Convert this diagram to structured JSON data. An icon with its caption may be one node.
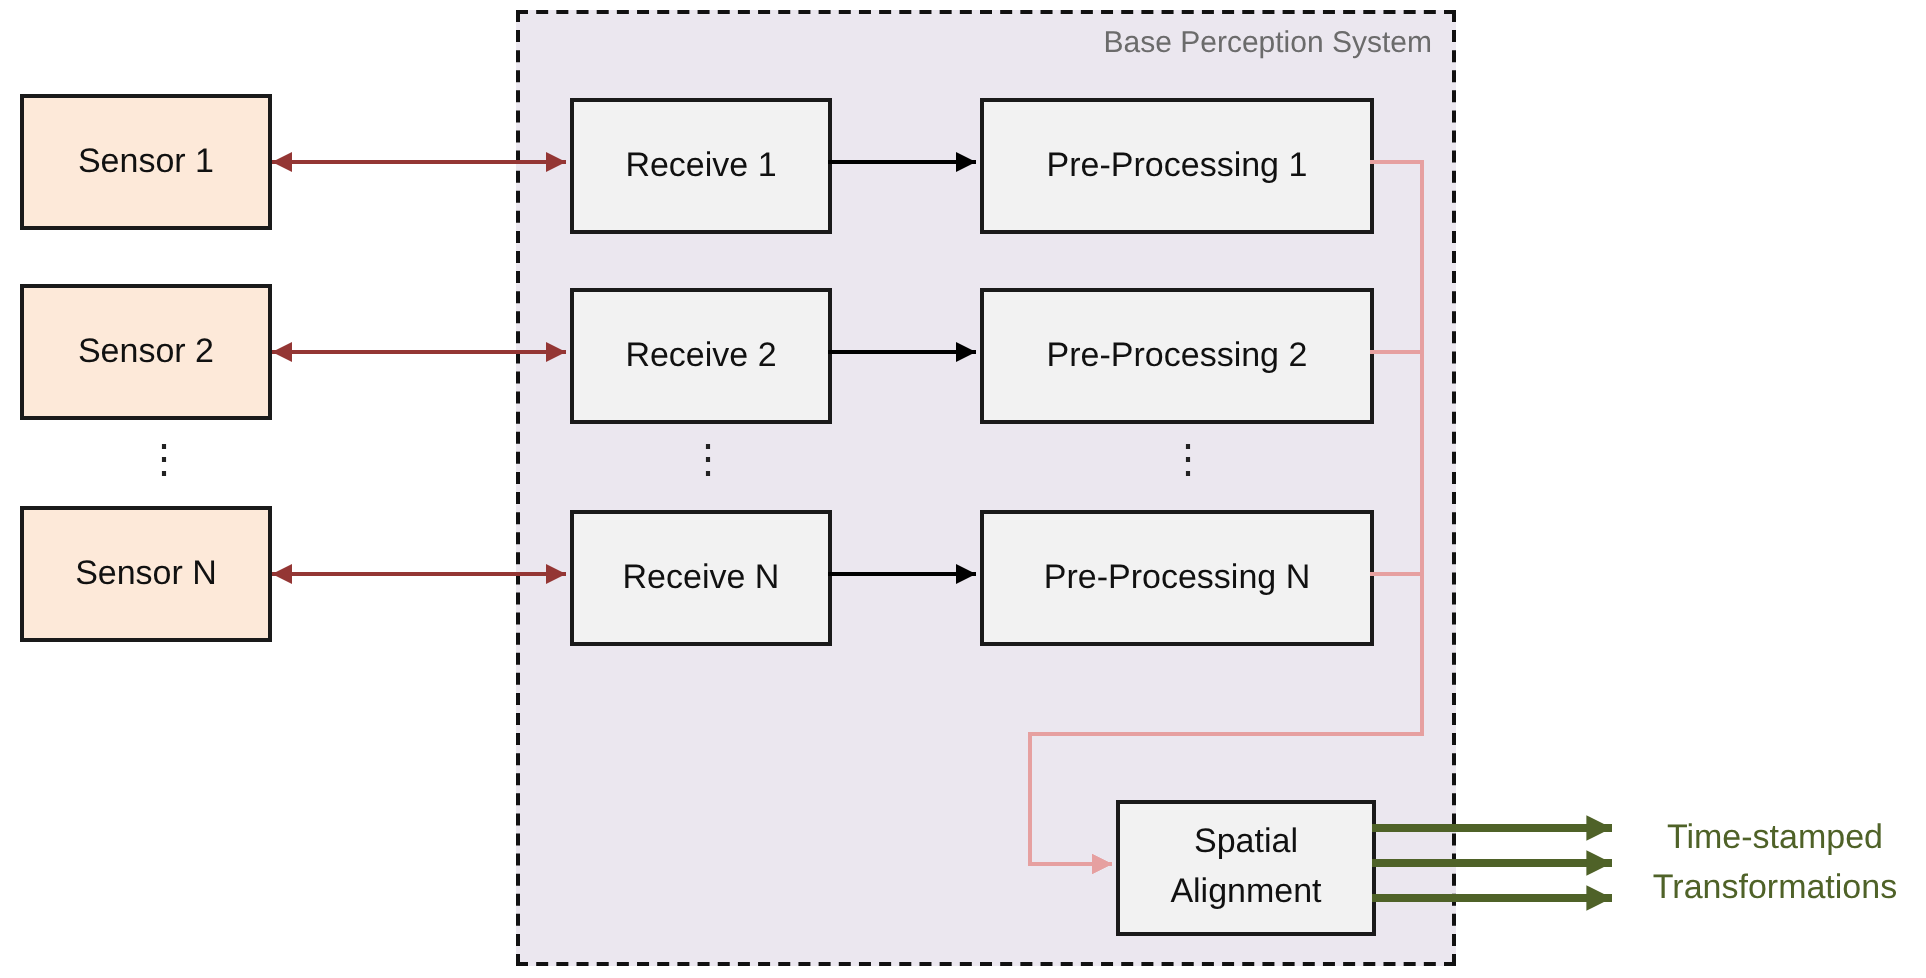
{
  "diagram": {
    "nodes": [
      {
        "text": [
          "Base Perception System"
        ]
      },
      {
        "text": [
          "Sensor 1"
        ]
      },
      {
        "text": [
          "Sensor 2"
        ]
      },
      {
        "text": [
          "Sensor N"
        ]
      },
      {
        "text": [
          "Receive 1"
        ],
        "in": 0
      },
      {
        "text": [
          "Receive 2"
        ],
        "in": 0
      },
      {
        "text": [
          "Receive N"
        ],
        "in": 0
      },
      {
        "text": [
          "Pre-Processing 1"
        ],
        "in": 0
      },
      {
        "text": [
          "Pre-Processing 2"
        ],
        "in": 0
      },
      {
        "text": [
          "Pre-Processing N"
        ],
        "in": 0
      },
      {
        "text": [
          "Spatial Alignment"
        ],
        "in": 0
      },
      {
        "text": [
          "Time-stamped Transformations"
        ]
      }
    ],
    "edges": [
      {
        "from": 1,
        "to": 4,
        "arrow": "both",
        "color": "#943634"
      },
      {
        "from": 2,
        "to": 5,
        "arrow": "both",
        "color": "#943634"
      },
      {
        "from": 3,
        "to": 6,
        "arrow": "both",
        "color": "#943634"
      },
      {
        "from": 4,
        "to": 7,
        "arrow": "to",
        "color": "#000000"
      },
      {
        "from": 5,
        "to": 8,
        "arrow": "to",
        "color": "#000000"
      },
      {
        "from": 6,
        "to": 9,
        "arrow": "to",
        "color": "#000000"
      },
      {
        "from": 7,
        "to": 10,
        "arrow": "to",
        "color": "#e6a0a0"
      },
      {
        "from": 8,
        "to": 10,
        "arrow": "to",
        "color": "#e6a0a0"
      },
      {
        "from": 9,
        "to": 10,
        "arrow": "to",
        "color": "#e6a0a0"
      },
      {
        "from": 10,
        "to": 11,
        "arrow": "to",
        "style": "thick",
        "color": "#4f6228"
      },
      {
        "from": 10,
        "to": 11,
        "arrow": "to",
        "style": "thick",
        "color": "#4f6228"
      },
      {
        "from": 10,
        "to": 11,
        "arrow": "to",
        "style": "thick",
        "color": "#4f6228"
      }
    ],
    "labels": [
      "⋮",
      "⋮",
      "⋮"
    ]
  }
}
